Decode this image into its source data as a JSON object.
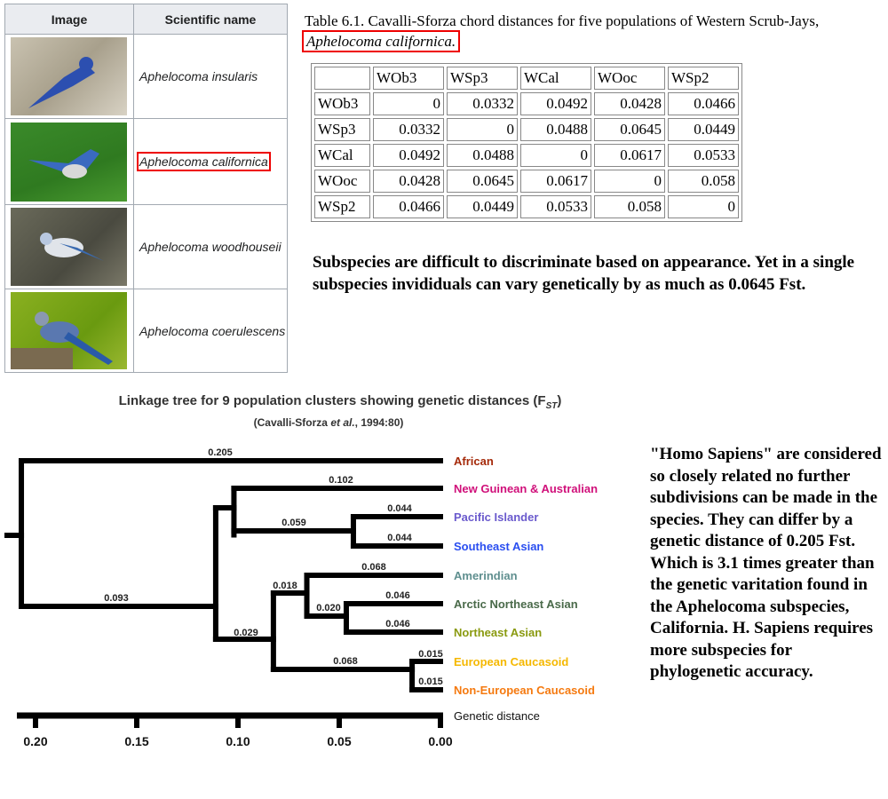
{
  "species_table": {
    "headers": [
      "Image",
      "Scientific name"
    ],
    "rows": [
      {
        "image": "bird-photo-insularis",
        "name": "Aphelocoma insularis",
        "highlight": false
      },
      {
        "image": "bird-photo-californica",
        "name": "Aphelocoma californica",
        "highlight": true
      },
      {
        "image": "bird-photo-woodhouseii",
        "name": "Aphelocoma woodhouseii",
        "highlight": false
      },
      {
        "image": "bird-photo-coerulescens",
        "name": "Aphelocoma coerulescens",
        "highlight": false
      }
    ]
  },
  "caption": {
    "text": "Table 6.1.  Cavalli-Sforza chord distances for five populations of Western Scrub-Jays, ",
    "species": "Aphelocoma californica."
  },
  "distance_table": {
    "headers": [
      "",
      "WOb3",
      "WSp3",
      "WCal",
      "WOoc",
      "WSp2"
    ],
    "rows": [
      [
        "WOb3",
        "0",
        "0.0332",
        "0.0492",
        "0.0428",
        "0.0466"
      ],
      [
        "WSp3",
        "0.0332",
        "0",
        "0.0488",
        "0.0645",
        "0.0449"
      ],
      [
        "WCal",
        "0.0492",
        "0.0488",
        "0",
        "0.0617",
        "0.0533"
      ],
      [
        "WOoc",
        "0.0428",
        "0.0645",
        "0.0617",
        "0",
        "0.058"
      ],
      [
        "WSp2",
        "0.0466",
        "0.0449",
        "0.0533",
        "0.058",
        "0"
      ]
    ]
  },
  "note1": "Subspecies are difficult to discriminate based on appearance. Yet in a single subspecies invididuals can vary genetically by as much as 0.0645 Fst.",
  "note2": "\"Homo Sapiens\" are considered so closely related no further subdivisions can be made in the species. They can differ by a genetic distance of 0.205 Fst. Which is 3.1 times greater than the genetic varitation found in the Aphelocoma subspecies, California. H. Sapiens requires more subspecies for phylogenetic accuracy.",
  "chart_data": {
    "type": "dendrogram",
    "title": "Linkage tree for 9 population clusters showing genetic distances (F",
    "title_sub": "ST",
    "title_end": ")",
    "subtitle_a": "(Cavalli-Sforza ",
    "subtitle_b": "et al.",
    "subtitle_c": ", 1994:80)",
    "xlabel": "Genetic distance",
    "xlim": [
      0.207,
      0.0
    ],
    "ticks": [
      "0.20",
      "0.15",
      "0.10",
      "0.05",
      "0.00"
    ],
    "tick_values": [
      0.2,
      0.15,
      0.1,
      0.05,
      0.0
    ],
    "leaves": [
      {
        "name": "African",
        "color": "#a52a0a"
      },
      {
        "name": "New Guinean & Australian",
        "color": "#d0107a"
      },
      {
        "name": "Pacific Islander",
        "color": "#6a5acd"
      },
      {
        "name": "Southeast Asian",
        "color": "#2a4ef0"
      },
      {
        "name": "Amerindian",
        "color": "#5f8f8f"
      },
      {
        "name": "Arctic Northeast Asian",
        "color": "#4a6a4a"
      },
      {
        "name": "Northeast Asian",
        "color": "#8a9a10"
      },
      {
        "name": "European Caucasoid",
        "color": "#f5b800"
      },
      {
        "name": "Non-European Caucasoid",
        "color": "#f57a10"
      }
    ],
    "branch_labels": [
      "0.205",
      "0.102",
      "0.044",
      "0.044",
      "0.059",
      "0.093",
      "0.068",
      "0.046",
      "0.046",
      "0.020",
      "0.018",
      "0.029",
      "0.015",
      "0.015",
      "0.068"
    ]
  }
}
